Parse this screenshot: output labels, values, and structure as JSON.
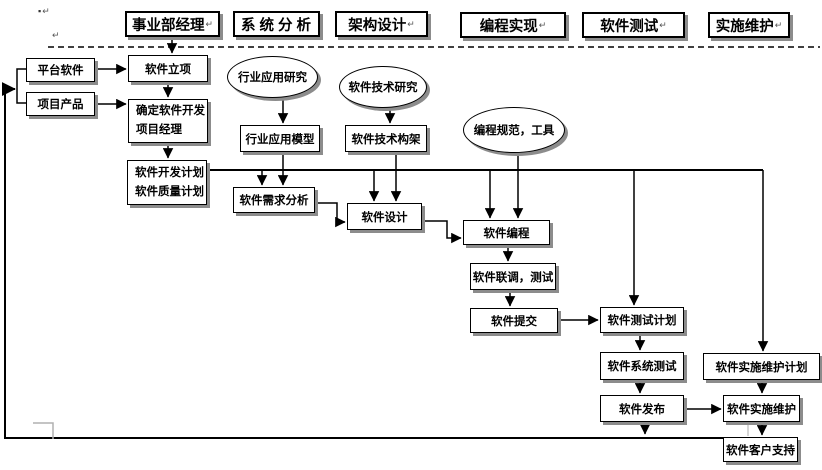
{
  "diagram": {
    "marks": {
      "bullet": "▪",
      "return_mark": "↵"
    },
    "lanes": [
      {
        "label": "事业部经理",
        "mark": "↵"
      },
      {
        "label": "系 统 分 析",
        "mark": ""
      },
      {
        "label": "架构设计",
        "mark": "↵"
      },
      {
        "label": "编程实现",
        "mark": "↵"
      },
      {
        "label": "软件测试",
        "mark": "↵"
      },
      {
        "label": "实施维护",
        "mark": "↵"
      }
    ],
    "nodes": {
      "platform_software": {
        "label": "平台软件"
      },
      "project_product": {
        "label": "项目产品"
      },
      "software_initiation": {
        "label": "软件立项"
      },
      "confirm_dev_manager": {
        "line1": "确定软件开发",
        "line2": "项目经理"
      },
      "dev_quality_plan": {
        "line1": "软件开发计划",
        "line2": "软件质量计划"
      },
      "industry_research": {
        "label": "行业应用研究"
      },
      "industry_model": {
        "label": "行业应用模型"
      },
      "tech_research": {
        "label": "软件技术研究"
      },
      "tech_architecture": {
        "label": "软件技术构架"
      },
      "requirements_analysis": {
        "label": "软件需求分析"
      },
      "software_design": {
        "label": "软件设计"
      },
      "coding_standards": {
        "label": "编程规范，工具"
      },
      "software_coding": {
        "label": "软件编程"
      },
      "integration_test": {
        "label": "软件联调，测试"
      },
      "software_delivery": {
        "label": "软件提交"
      },
      "test_plan": {
        "label": "软件测试计划"
      },
      "system_test": {
        "label": "软件系统测试"
      },
      "software_release": {
        "label": "软件发布"
      },
      "maintenance_plan": {
        "label": "软件实施维护计划"
      },
      "implementation_maintenance": {
        "label": "软件实施维护"
      },
      "customer_support": {
        "label": "软件客户支持"
      }
    },
    "colors": {
      "line": "#000000",
      "shadow": "#8c8c8c",
      "gray_line": "#b0b0b0"
    }
  }
}
